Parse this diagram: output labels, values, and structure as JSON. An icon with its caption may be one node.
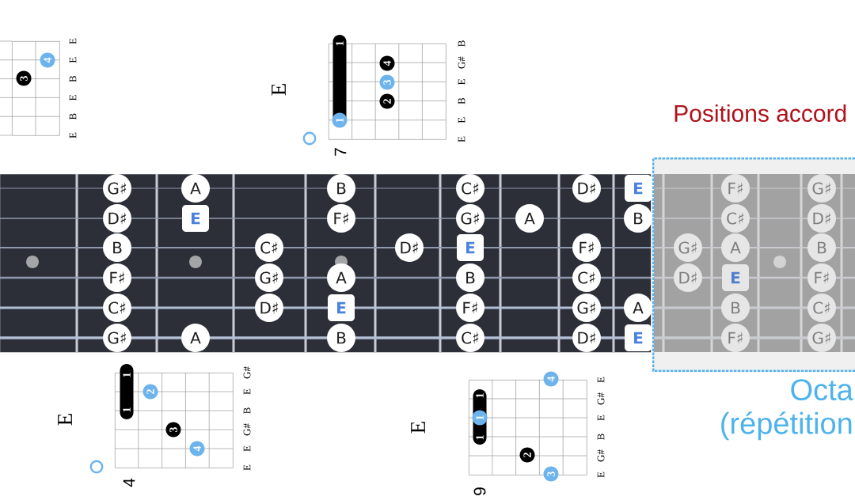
{
  "diagram": {
    "nodes": [
      {
        "text": [],
        "shape": "box",
        "beside": [
          "E",
          "E",
          "B",
          "E",
          "B",
          "E"
        ]
      },
      {
        "text": [
          "4"
        ],
        "in": 0
      },
      {
        "text": [
          "3"
        ],
        "in": 0
      },
      {
        "text": [
          "E"
        ],
        "beside": [
          "B",
          "G#",
          "E",
          "B",
          "E",
          "E",
          "7"
        ]
      },
      {
        "text": [
          "1"
        ]
      },
      {
        "text": [
          "1"
        ],
        "in": 4
      },
      {
        "text": [
          "4"
        ],
        "in": 3
      },
      {
        "text": [
          "3"
        ],
        "in": 3
      },
      {
        "text": [
          "2"
        ],
        "in": 3
      },
      {
        "text": [],
        "shape": "box"
      },
      {
        "text": [
          "G♯"
        ],
        "in": 9
      },
      {
        "text": [
          "A"
        ],
        "in": 9
      },
      {
        "text": [
          "B"
        ],
        "in": 9
      },
      {
        "text": [
          "C♯"
        ],
        "in": 9
      },
      {
        "text": [
          "D♯"
        ],
        "in": 9
      },
      {
        "text": [
          "E"
        ],
        "in": 9
      },
      {
        "text": [
          "D♯"
        ],
        "in": 9
      },
      {
        "text": [
          "E"
        ],
        "in": 9
      },
      {
        "text": [
          "F♯"
        ],
        "in": 9
      },
      {
        "text": [
          "G♯"
        ],
        "in": 9
      },
      {
        "text": [
          "A"
        ],
        "in": 9
      },
      {
        "text": [
          "B"
        ],
        "in": 9
      },
      {
        "text": [
          "B"
        ],
        "in": 9
      },
      {
        "text": [
          "C♯"
        ],
        "in": 9
      },
      {
        "text": [
          "D♯"
        ],
        "in": 9
      },
      {
        "text": [
          "E"
        ],
        "in": 9
      },
      {
        "text": [
          "F♯"
        ],
        "in": 9
      },
      {
        "text": [
          "F♯"
        ],
        "in": 9
      },
      {
        "text": [
          "G♯"
        ],
        "in": 9
      },
      {
        "text": [
          "A"
        ],
        "in": 9
      },
      {
        "text": [
          "B"
        ],
        "in": 9
      },
      {
        "text": [
          "C♯"
        ],
        "in": 9
      },
      {
        "text": [
          "C♯"
        ],
        "in": 9
      },
      {
        "text": [
          "D♯"
        ],
        "in": 9
      },
      {
        "text": [
          "E"
        ],
        "in": 9
      },
      {
        "text": [
          "F♯"
        ],
        "in": 9
      },
      {
        "text": [
          "G♯"
        ],
        "in": 9
      },
      {
        "text": [
          "A"
        ],
        "in": 9
      },
      {
        "text": [
          "G♯"
        ],
        "in": 9
      },
      {
        "text": [
          "A"
        ],
        "in": 9
      },
      {
        "text": [
          "B"
        ],
        "in": 9
      },
      {
        "text": [
          "C♯"
        ],
        "in": 9
      },
      {
        "text": [
          "D♯"
        ],
        "in": 9
      },
      {
        "text": [
          "E"
        ],
        "in": 9
      },
      {
        "text": [],
        "shape": "box",
        "beside": [
          "Octa (répétition"
        ]
      },
      {
        "text": [
          "F♯"
        ],
        "in": 44
      },
      {
        "text": [
          "G♯"
        ],
        "in": 44
      },
      {
        "text": [
          "C♯"
        ],
        "in": 44
      },
      {
        "text": [
          "D♯"
        ],
        "in": 44
      },
      {
        "text": [
          "G♯"
        ],
        "in": 44
      },
      {
        "text": [
          "A"
        ],
        "in": 44
      },
      {
        "text": [
          "B"
        ],
        "in": 44
      },
      {
        "text": [
          "D♯"
        ],
        "in": 44
      },
      {
        "text": [
          "E"
        ],
        "in": 44
      },
      {
        "text": [
          "F♯"
        ],
        "in": 44
      },
      {
        "text": [
          "B"
        ],
        "in": 44
      },
      {
        "text": [
          "C♯"
        ],
        "in": 44
      },
      {
        "text": [
          "F♯"
        ],
        "in": 44
      },
      {
        "text": [
          "G♯"
        ],
        "in": 44
      },
      {
        "text": [
          "E"
        ],
        "beside": [
          "G#",
          "E",
          "B",
          "G#",
          "E",
          "E",
          "4"
        ]
      },
      {
        "text": [
          "1",
          "1"
        ]
      },
      {
        "text": [
          "2"
        ],
        "in": 59
      },
      {
        "text": [
          "3"
        ],
        "in": 59
      },
      {
        "text": [
          "4"
        ],
        "in": 59
      },
      {
        "text": [
          "E"
        ],
        "beside": [
          "E",
          "G#",
          "E",
          "B",
          "G#",
          "E",
          "9"
        ]
      },
      {
        "text": [
          "1",
          "1"
        ],
        "in": 64
      },
      {
        "text": [
          "1"
        ],
        "in": 65
      },
      {
        "text": [
          "4"
        ]
      },
      {
        "text": [
          "2"
        ],
        "in": 64
      },
      {
        "text": [
          "3"
        ]
      }
    ],
    "labels": [
      "Positions accord"
    ]
  }
}
